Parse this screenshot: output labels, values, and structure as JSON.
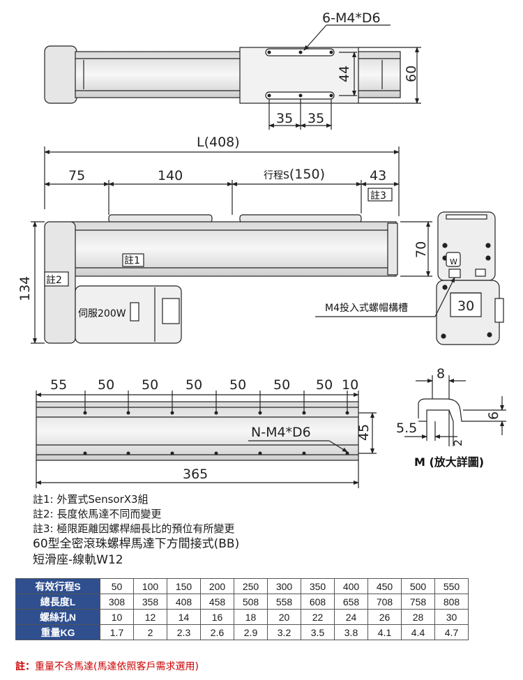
{
  "drawing": {
    "top_view": {
      "holes_label": "6-M4*D6",
      "dim_44": "44",
      "dim_60": "60",
      "dim_35a": "35",
      "dim_35b": "35"
    },
    "side_view": {
      "overall_length": "L(408)",
      "dim_75": "75",
      "dim_140": "140",
      "stroke_prefix": "行程S",
      "stroke_value": "(150)",
      "dim_43": "43",
      "note3_tag": "註3",
      "note1_tag": "註1",
      "note2_tag": "註2",
      "dim_134": "134",
      "dim_70": "70",
      "motor_label": "伺服200W",
      "end_w": "W",
      "end_30": "30",
      "nut_label": "M4投入式螺帽構槽"
    },
    "bottom_view": {
      "pitches": [
        "55",
        "50",
        "50",
        "50",
        "50",
        "50",
        "50",
        "10"
      ],
      "holes_label": "N-M4*D6",
      "dim_45": "45",
      "dim_365": "365"
    },
    "detail": {
      "dim_8": "8",
      "dim_6": "6",
      "dim_55": "5.5",
      "dim_2": "2",
      "caption": "M (放大詳圖)"
    }
  },
  "notes": [
    "註1: 外置式SensorX3組",
    "註2: 長度依馬達不同而變更",
    "註3: 極限距離因螺桿細長比的預位有所變更"
  ],
  "title": "60型全密滾珠螺桿馬達下方間接式(BB)",
  "subtitle": "短滑座-線軌W12",
  "table": {
    "rows": [
      {
        "header": "有效行程S",
        "values": [
          "50",
          "100",
          "150",
          "200",
          "250",
          "300",
          "350",
          "400",
          "450",
          "500",
          "550"
        ]
      },
      {
        "header": "總長度L",
        "values": [
          "308",
          "358",
          "408",
          "458",
          "508",
          "558",
          "608",
          "658",
          "708",
          "758",
          "808"
        ]
      },
      {
        "header": "螺絲孔N",
        "values": [
          "10",
          "12",
          "14",
          "16",
          "18",
          "20",
          "22",
          "24",
          "26",
          "28",
          "30"
        ]
      },
      {
        "header": "重量KG",
        "values": [
          "1.7",
          "2",
          "2.3",
          "2.6",
          "2.9",
          "3.2",
          "3.5",
          "3.8",
          "4.1",
          "4.4",
          "4.7"
        ]
      }
    ]
  },
  "footnote": {
    "prefix": "註：",
    "text": "重量不含馬達(馬達依照客戶需求選用)"
  },
  "colors": {
    "table_header": "#2f4f8f",
    "footnote": "#cc0000"
  }
}
